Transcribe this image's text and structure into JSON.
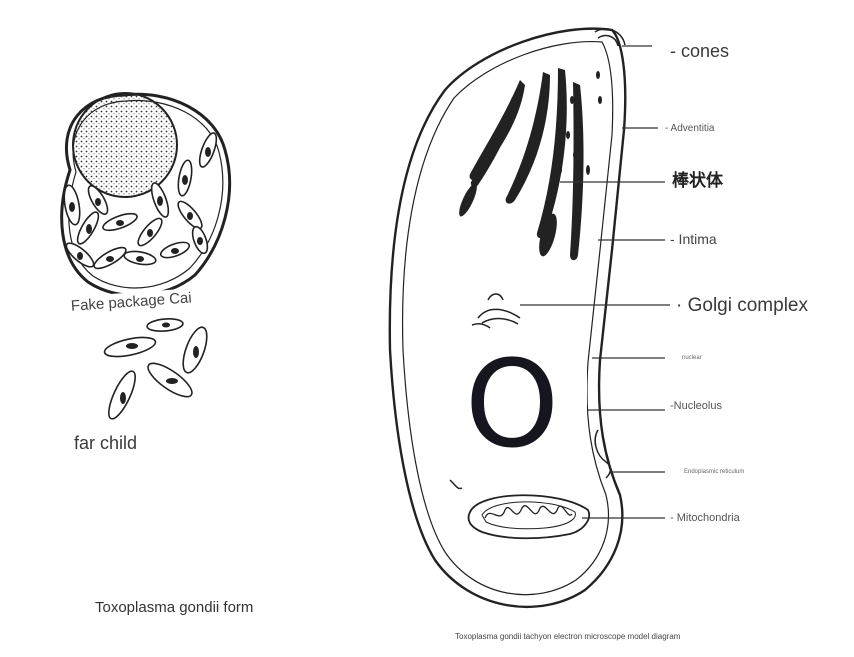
{
  "left_figure": {
    "label_top": "Fake package Cai",
    "label_bottom": "far child",
    "caption": "Toxoplasma gondii form"
  },
  "right_figure": {
    "labels": {
      "cones": "- cones",
      "adventitia": "- Adventitia",
      "rhoptry": "棒状体",
      "intima": "- Intima",
      "golgi": "· Golgi complex",
      "nuclear": "nuclear",
      "nucleolus": "-Nucleolus",
      "er": "Endoplasmic reticulum",
      "mitochondria": "- Mitochondria"
    },
    "overlay_letter": "O",
    "caption": "Toxoplasma gondii tachyon electron microscope model diagram"
  }
}
